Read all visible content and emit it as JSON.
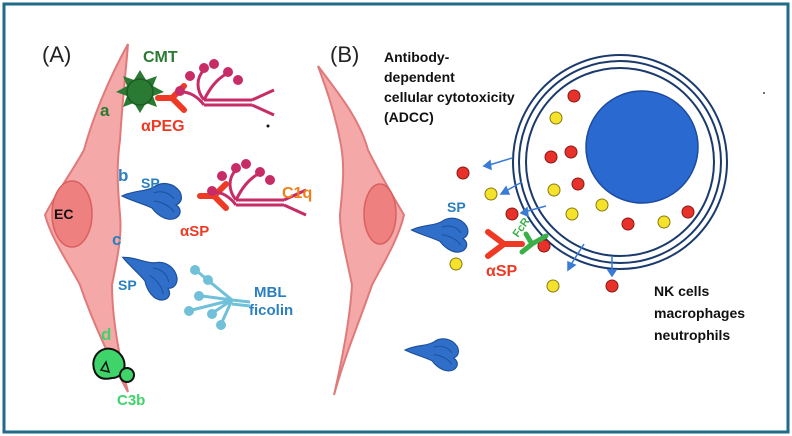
{
  "colors": {
    "frame": "#1f6b8a",
    "cell": "#f5a8a8",
    "cell_outline": "#e07a7a",
    "nucleus": "#ef8080",
    "nanoparticle": "#2f6fc9",
    "antibody_red": "#ee3a24",
    "complement_pink": "#c72c66",
    "mbl_light_blue": "#6fc0d8",
    "cmt_green": "#2b7a33",
    "c3b_green": "#3fd46a",
    "fcr_green": "#3bb048",
    "label_blue": "#2a7fc0",
    "label_orange": "#f07f1a",
    "label_red": "#ee3a24"
  },
  "panel_a": {
    "label": "(A)",
    "cell_label": "EC",
    "sub_a": "a",
    "cmt": "CMT",
    "apeg": "αPEG",
    "sub_b": "b",
    "sp_b": "SP",
    "asp_b": "αSP",
    "c1q": "C1q",
    "sub_c": "c",
    "sp_c": "SP",
    "mbl": "MBL",
    "ficolin": "ficolin",
    "sub_d": "d",
    "c3b": "C3b"
  },
  "panel_b": {
    "label": "(B)",
    "adcc_line1": "Antibody-",
    "adcc_line2": "dependent",
    "adcc_line3": "cellular cytotoxicity",
    "adcc_line4": "(ADCC)",
    "sp": "SP",
    "asp": "αSP",
    "fcr": "FcR",
    "effector1": "NK cells",
    "effector2": "macrophages",
    "effector3": "neutrophils"
  }
}
